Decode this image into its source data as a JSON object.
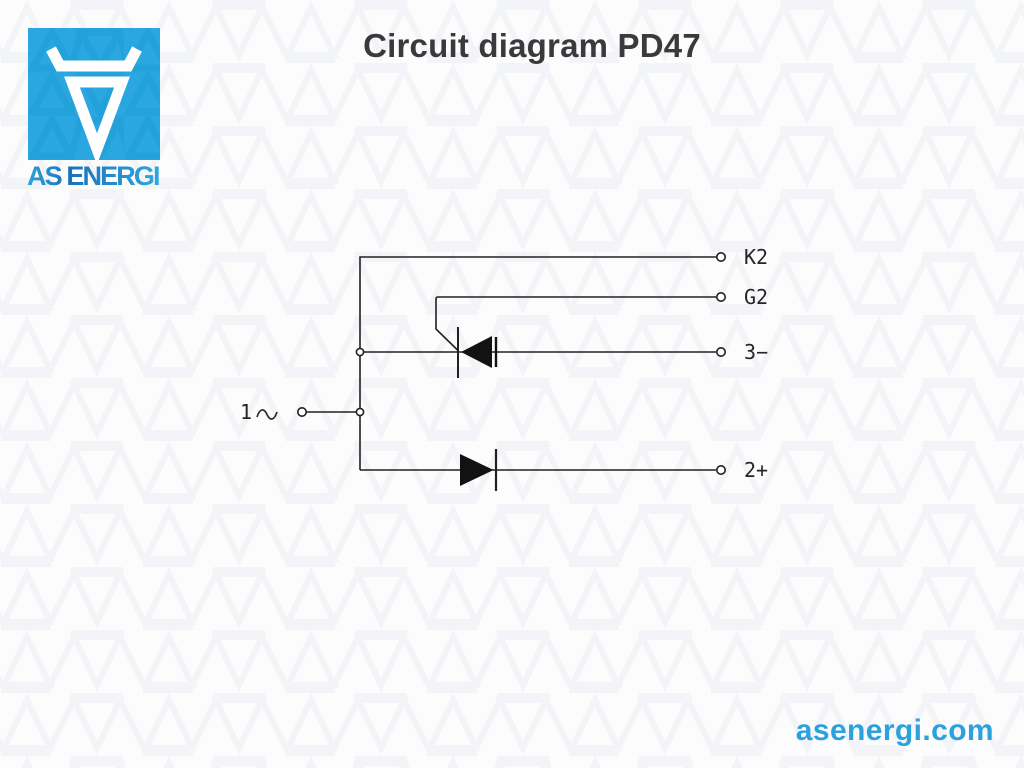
{
  "page": {
    "background_color": "#fcfcfd",
    "watermark": "repeating-triangle-pattern",
    "watermark_color": "#f3f4f7"
  },
  "header": {
    "title": "Circuit diagram PD47",
    "title_color": "#3a3a3c"
  },
  "logo": {
    "brand": "AS ENERGI",
    "symbol": "horned-triangle-emblem",
    "square_color": "#2AA7E0",
    "square_pattern_color": "#1E9CD5",
    "brand_gradient": [
      "#2EA2DB",
      "#1C72B9",
      "#30A6E0"
    ]
  },
  "circuit": {
    "line_color": "#212121",
    "symbol_fill": "#121212",
    "input": {
      "label": "1",
      "symbol": "sine-wave"
    },
    "terminals": [
      {
        "label": "K2"
      },
      {
        "label": "G2"
      },
      {
        "label": "3−"
      },
      {
        "label": "2+"
      }
    ],
    "components": [
      {
        "type": "thyristor",
        "direction": "pointing-left",
        "on_line": "3−",
        "gate_from": "G2"
      },
      {
        "type": "diode",
        "direction": "pointing-right",
        "on_line": "2+"
      }
    ]
  },
  "footer": {
    "website": "asenergi.com",
    "color": "#2BA1DE"
  }
}
